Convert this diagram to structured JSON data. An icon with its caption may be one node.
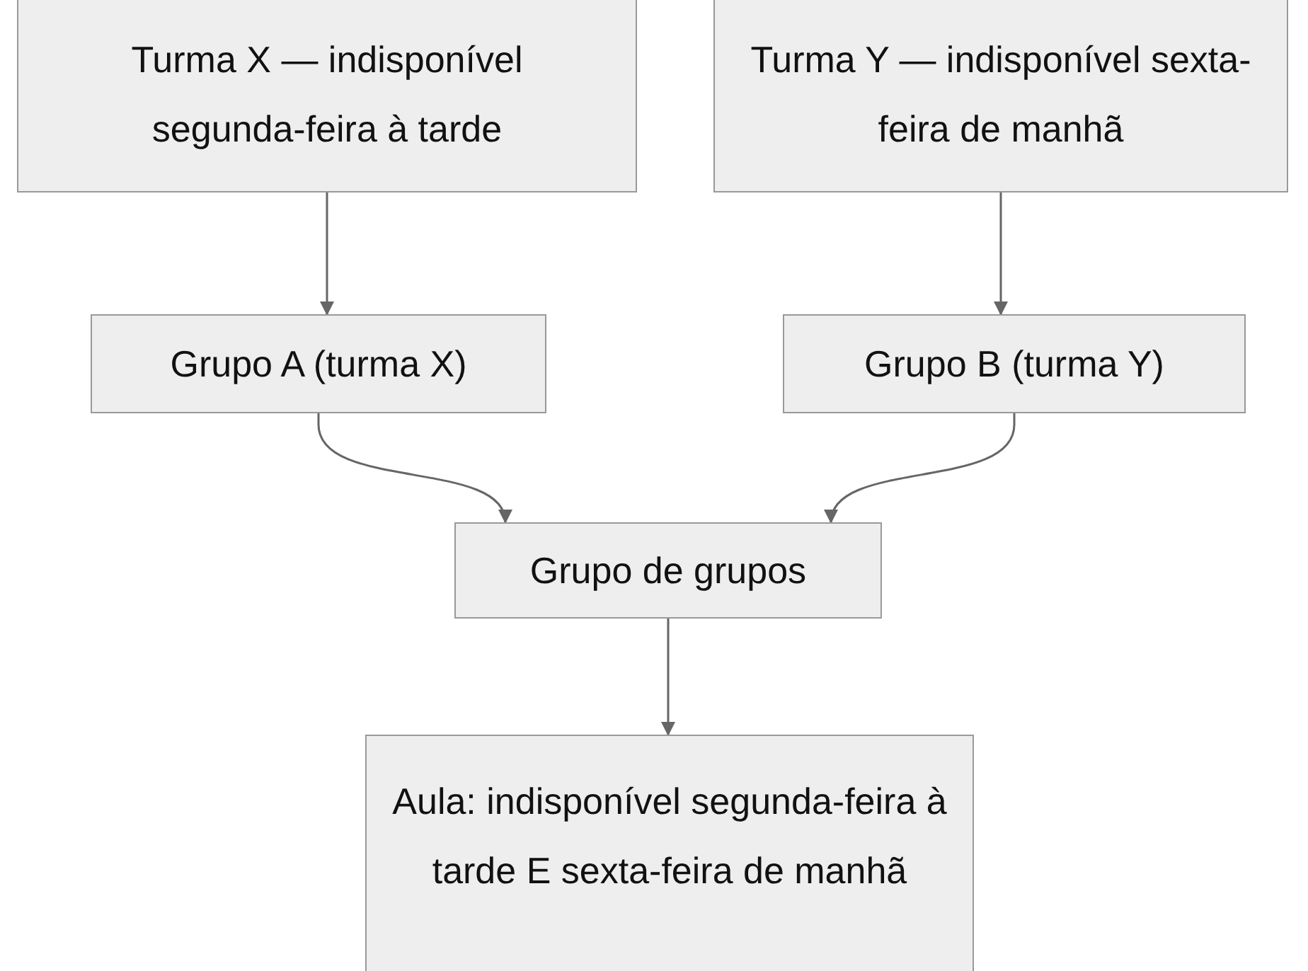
{
  "diagram": {
    "nodes": [
      {
        "text": [
          "Turma X — indisponível segunda-feira à tarde"
        ]
      },
      {
        "text": [
          "Turma Y — indisponível sexta-feira de manhã"
        ]
      },
      {
        "text": [
          "Grupo A (turma X)"
        ]
      },
      {
        "text": [
          "Grupo B (turma Y)"
        ]
      },
      {
        "text": [
          "Grupo de grupos"
        ]
      },
      {
        "text": [
          "Aula: indisponível segunda-feira à tarde E sexta-feira de manhã"
        ]
      }
    ],
    "edges": [
      {
        "from": 0,
        "to": 2,
        "arrow": "to"
      },
      {
        "from": 1,
        "to": 3,
        "arrow": "to"
      },
      {
        "from": 2,
        "to": 4,
        "arrow": "to"
      },
      {
        "from": 3,
        "to": 4,
        "arrow": "to"
      },
      {
        "from": 4,
        "to": 5,
        "arrow": "to"
      }
    ]
  }
}
